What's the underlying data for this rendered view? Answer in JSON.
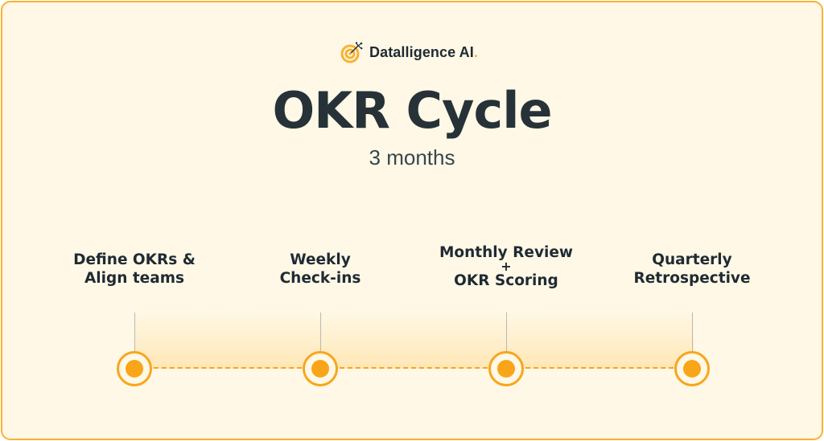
{
  "brand": {
    "name": "Datalligence AI",
    "dot": "."
  },
  "title": "OKR Cycle",
  "subtitle": "3 months",
  "stages": [
    {
      "lines": [
        "Define OKRs &",
        "Align teams"
      ]
    },
    {
      "lines": [
        "Weekly",
        "Check-ins"
      ]
    },
    {
      "lines": [
        "Monthly Review",
        "+",
        "OKR Scoring"
      ]
    },
    {
      "lines": [
        "Quarterly",
        "Retrospective"
      ]
    }
  ],
  "colors": {
    "accent": "#f9a51a",
    "border": "#f9b233",
    "background": "#fff8e6",
    "text": "#263238"
  }
}
